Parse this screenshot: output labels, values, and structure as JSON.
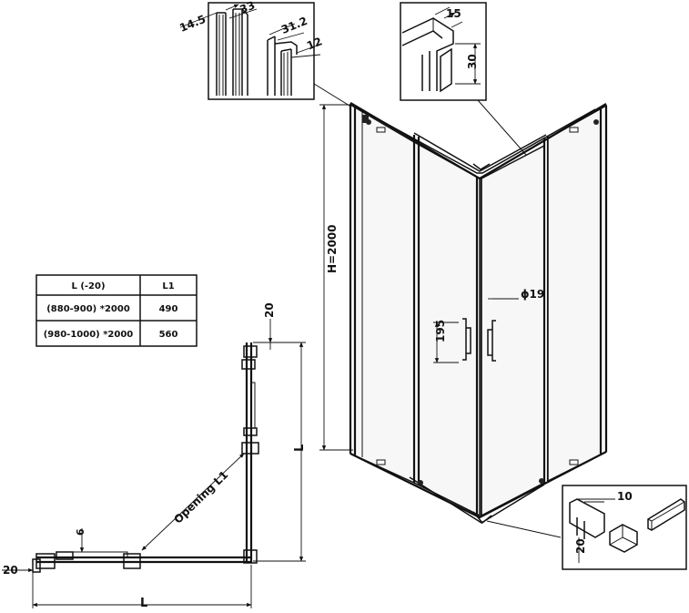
{
  "dimensions": {
    "profile_a_width": "14.5",
    "profile_a_depth": "33",
    "profile_b_width": "31.2",
    "profile_b_depth": "12",
    "rail_top_width": "15",
    "rail_top_height": "30",
    "height": "H=2000",
    "handle_diameter": "ϕ19",
    "handle_length": "195",
    "bottom_rail_width": "10",
    "bottom_rail_height": "20",
    "plan_top_offset": "20",
    "plan_side_length": "L",
    "plan_opening": "Opening L1",
    "plan_threshold": "6",
    "plan_left_offset": "20",
    "plan_bottom_length": "L"
  },
  "size_table": {
    "headers": [
      "L (-20)",
      "L1"
    ],
    "rows": [
      [
        "(880-900) *2000",
        "490"
      ],
      [
        "(980-1000) *2000",
        "560"
      ]
    ]
  }
}
